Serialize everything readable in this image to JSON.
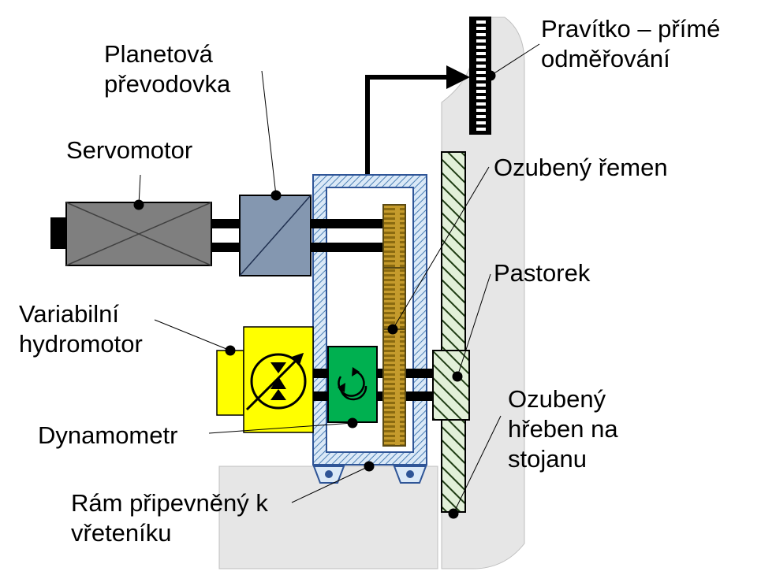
{
  "labels": {
    "ruler": [
      "Pravítko – přímé",
      "odměřování"
    ],
    "gearbox": [
      "Planetová",
      "převodovka"
    ],
    "servomotor": "Servomotor",
    "belt": "Ozubený řemen",
    "pinion": "Pastorek",
    "hydromotor": [
      "Variabilní",
      "hydromotor"
    ],
    "dynamometer": "Dynamometr",
    "rack": [
      "Ozubený",
      "hřeben na",
      "stojanu"
    ],
    "frame": [
      "Rám připevněný k",
      "vřeteníku"
    ]
  },
  "colors": {
    "background_shape": "#e6e6e6",
    "background_stroke": "#bfbfbf",
    "servomotor": "#7f7f7f",
    "gearbox": "#8497b0",
    "frame_hatch": "#9dc3e6",
    "hydromotor": "#ffff00",
    "dynamometer": "#00b050",
    "belt_gear": "#c59b2c",
    "rack_hatch": "#a9d18e",
    "shaft": "#000000"
  }
}
